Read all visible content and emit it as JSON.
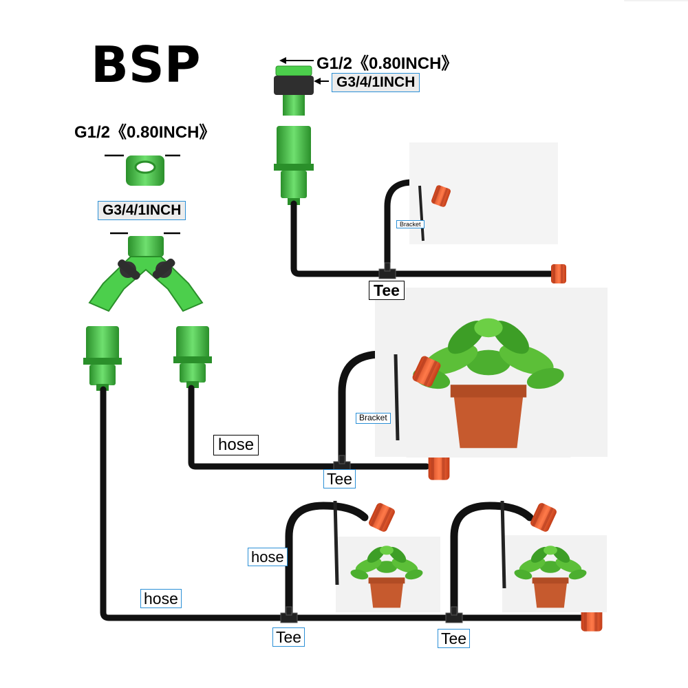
{
  "title": "BSP",
  "thread_labels": {
    "top_inner": "G1/2《0.80INCH》",
    "top_outer": "G3/4/1INCH",
    "left_inner": "G1/2《0.80INCH》",
    "left_outer": "G3/4/1INCH"
  },
  "component_labels": {
    "tee_top": "Tee",
    "tee_middle": "Tee",
    "tee_bottom_1": "Tee",
    "tee_bottom_2": "Tee",
    "bracket_top": "Bracket",
    "bracket_middle": "Bracket",
    "hose_middle": "hose",
    "hose_bottom_branch": "hose",
    "hose_bottom_main": "hose"
  },
  "colors": {
    "fitting_green": "#3fbf3f",
    "fitting_dark_green": "#2a8f2a",
    "hose_black": "#111111",
    "dripper_orange": "#e8552b",
    "pot_terracotta": "#c65a2e",
    "leaf_green": "#4caf2f",
    "label_border_blue": "#2a8fd6"
  }
}
